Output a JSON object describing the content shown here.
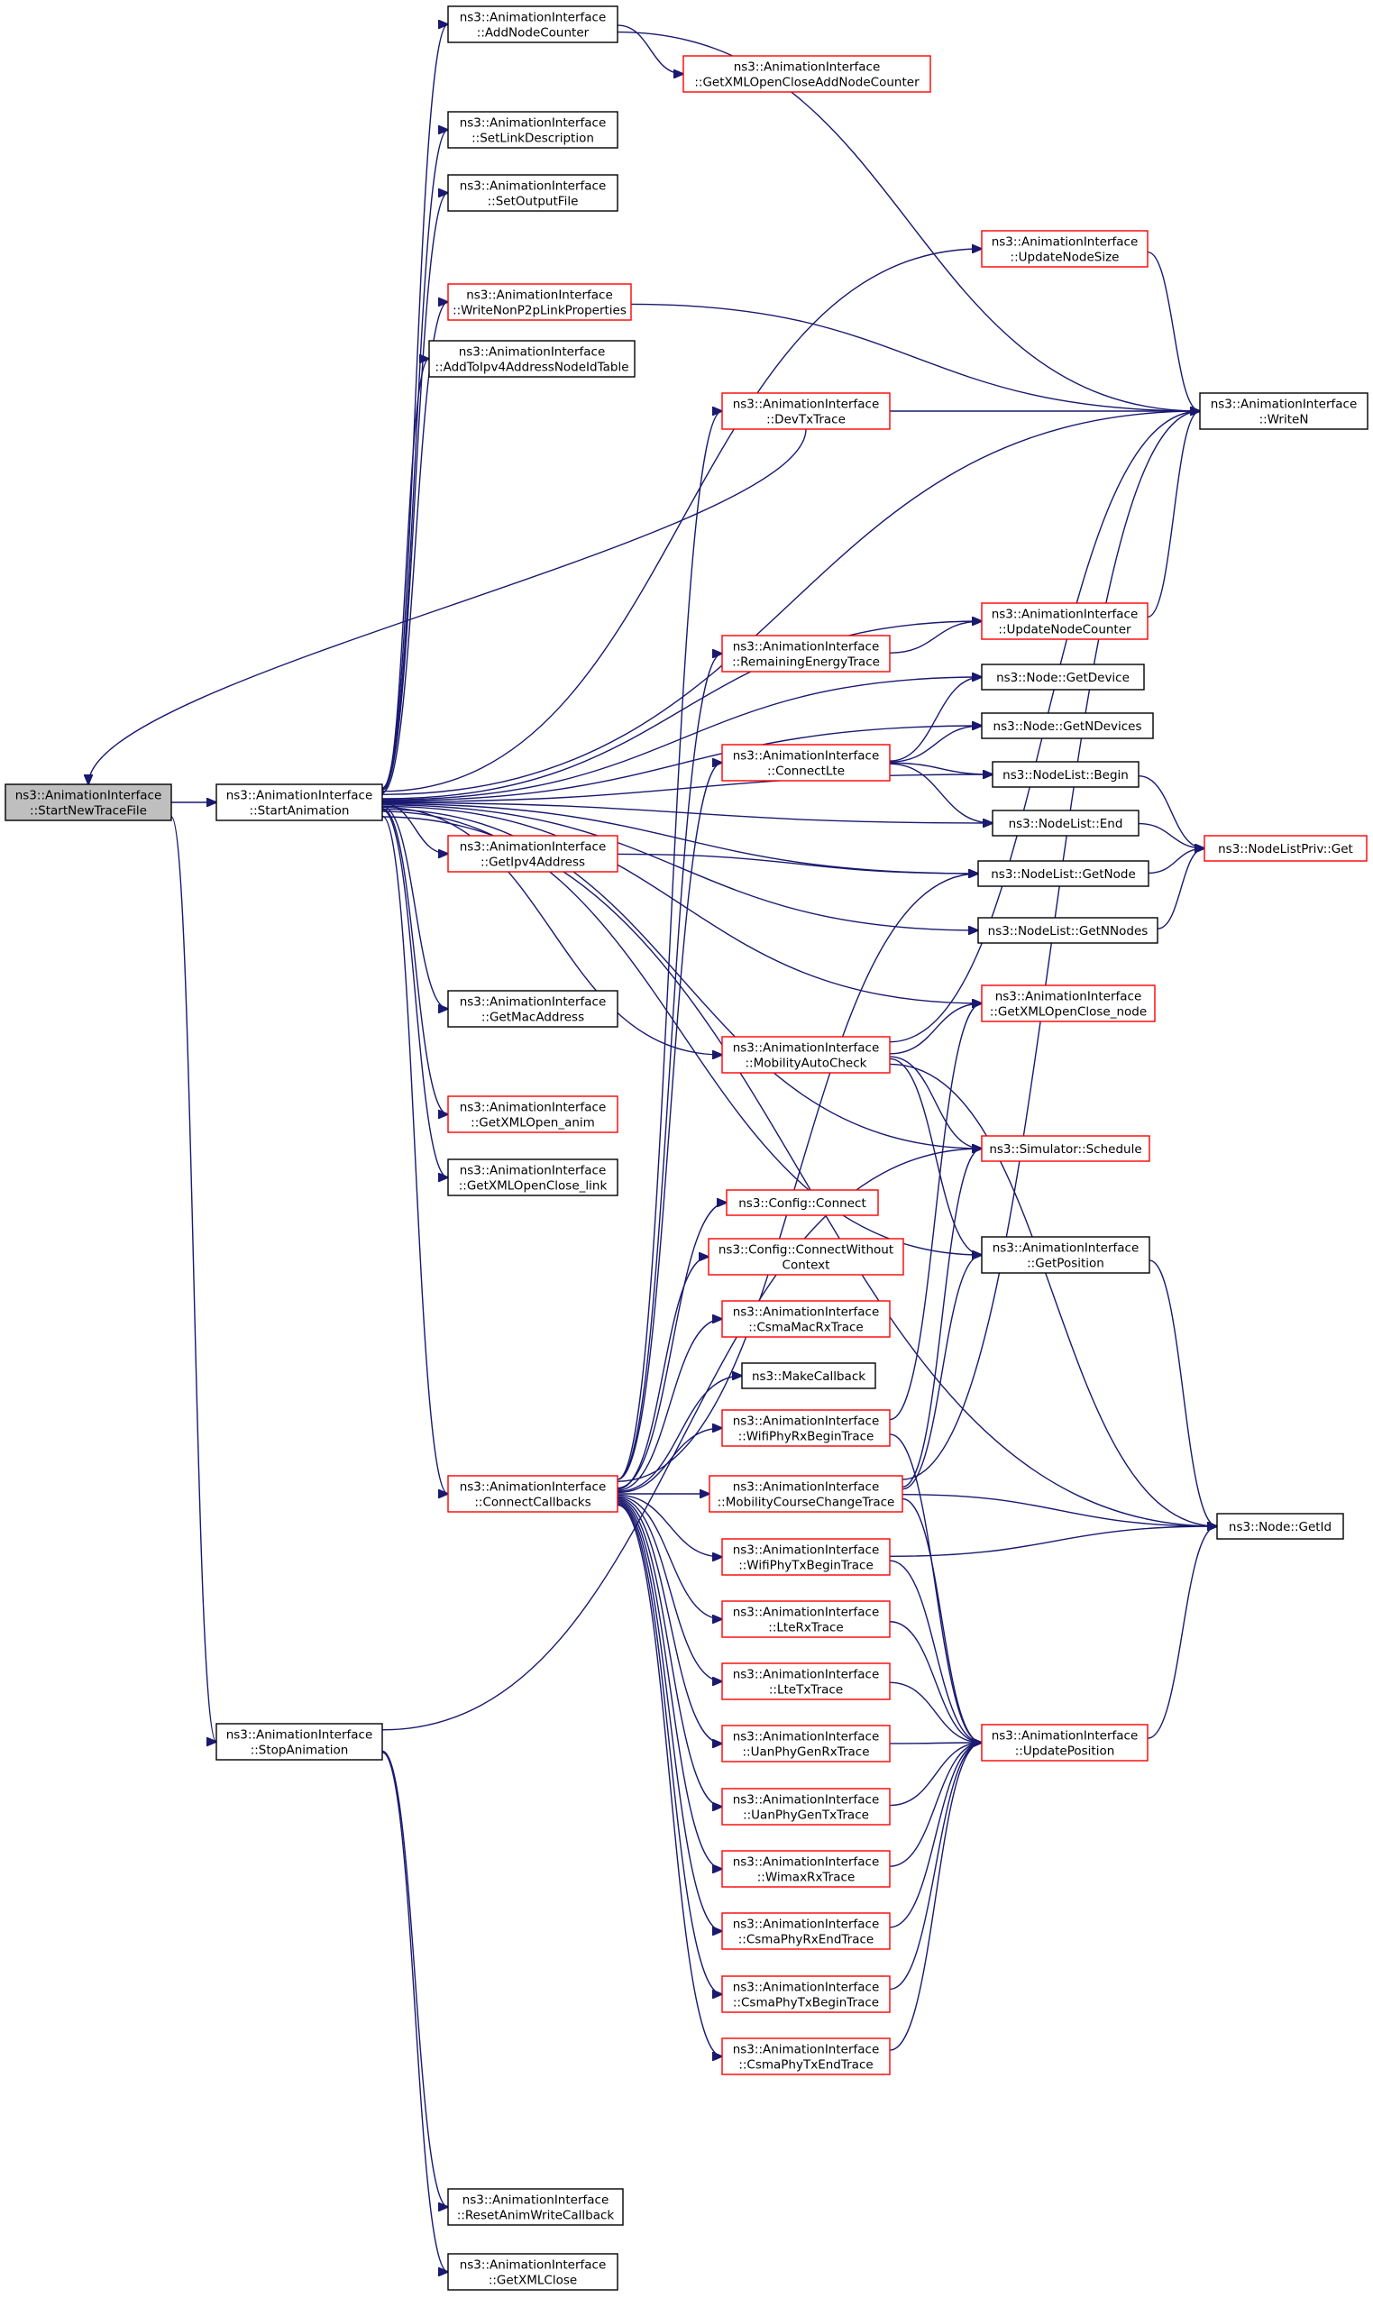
{
  "nodes": [
    {
      "id": "start_new_trace_file",
      "lines": [
        "ns3::AnimationInterface",
        "::StartNewTraceFile"
      ],
      "focus": true,
      "red": false
    },
    {
      "id": "start_animation",
      "lines": [
        "ns3::AnimationInterface",
        "::StartAnimation"
      ],
      "red": false
    },
    {
      "id": "stop_animation",
      "lines": [
        "ns3::AnimationInterface",
        "::StopAnimation"
      ],
      "red": false
    },
    {
      "id": "add_node_counter",
      "lines": [
        "ns3::AnimationInterface",
        "::AddNodeCounter"
      ],
      "red": false
    },
    {
      "id": "get_xml_open_close_add_node_counter",
      "lines": [
        "ns3::AnimationInterface",
        "::GetXMLOpenCloseAddNodeCounter"
      ],
      "red": true
    },
    {
      "id": "set_link_description",
      "lines": [
        "ns3::AnimationInterface",
        "::SetLinkDescription"
      ],
      "red": false
    },
    {
      "id": "set_output_file",
      "lines": [
        "ns3::AnimationInterface",
        "::SetOutputFile"
      ],
      "red": false
    },
    {
      "id": "update_node_size",
      "lines": [
        "ns3::AnimationInterface",
        "::UpdateNodeSize"
      ],
      "red": true
    },
    {
      "id": "write_non_p2p_link_properties",
      "lines": [
        "ns3::AnimationInterface",
        "::WriteNonP2pLinkProperties"
      ],
      "red": true
    },
    {
      "id": "add_to_ipv4_address_node_id_table",
      "lines": [
        "ns3::AnimationInterface",
        "::AddToIpv4AddressNodeIdTable"
      ],
      "red": false
    },
    {
      "id": "dev_tx_trace",
      "lines": [
        "ns3::AnimationInterface",
        "::DevTxTrace"
      ],
      "red": true
    },
    {
      "id": "write_n",
      "lines": [
        "ns3::AnimationInterface",
        "::WriteN"
      ],
      "red": false
    },
    {
      "id": "update_node_counter",
      "lines": [
        "ns3::AnimationInterface",
        "::UpdateNodeCounter"
      ],
      "red": true
    },
    {
      "id": "remaining_energy_trace",
      "lines": [
        "ns3::AnimationInterface",
        "::RemainingEnergyTrace"
      ],
      "red": true
    },
    {
      "id": "node_get_device",
      "lines": [
        "ns3::Node::GetDevice"
      ],
      "red": false
    },
    {
      "id": "node_get_n_devices",
      "lines": [
        "ns3::Node::GetNDevices"
      ],
      "red": false
    },
    {
      "id": "connect_lte",
      "lines": [
        "ns3::AnimationInterface",
        "::ConnectLte"
      ],
      "red": true
    },
    {
      "id": "node_list_begin",
      "lines": [
        "ns3::NodeList::Begin"
      ],
      "red": false
    },
    {
      "id": "node_list_end",
      "lines": [
        "ns3::NodeList::End"
      ],
      "red": false
    },
    {
      "id": "node_list_priv_get",
      "lines": [
        "ns3::NodeListPriv::Get"
      ],
      "red": true
    },
    {
      "id": "get_ipv4_address",
      "lines": [
        "ns3::AnimationInterface",
        "::GetIpv4Address"
      ],
      "red": true
    },
    {
      "id": "node_list_get_node",
      "lines": [
        "ns3::NodeList::GetNode"
      ],
      "red": false
    },
    {
      "id": "node_list_get_n_nodes",
      "lines": [
        "ns3::NodeList::GetNNodes"
      ],
      "red": false
    },
    {
      "id": "get_mac_address",
      "lines": [
        "ns3::AnimationInterface",
        "::GetMacAddress"
      ],
      "red": false
    },
    {
      "id": "get_xml_open_close_node",
      "lines": [
        "ns3::AnimationInterface",
        "::GetXMLOpenClose_node"
      ],
      "red": true
    },
    {
      "id": "mobility_auto_check",
      "lines": [
        "ns3::AnimationInterface",
        "::MobilityAutoCheck"
      ],
      "red": true
    },
    {
      "id": "get_xml_open_anim",
      "lines": [
        "ns3::AnimationInterface",
        "::GetXMLOpen_anim"
      ],
      "red": true
    },
    {
      "id": "simulator_schedule",
      "lines": [
        "ns3::Simulator::Schedule"
      ],
      "red": true
    },
    {
      "id": "get_xml_open_close_link",
      "lines": [
        "ns3::AnimationInterface",
        "::GetXMLOpenClose_link"
      ],
      "red": false
    },
    {
      "id": "config_connect",
      "lines": [
        "ns3::Config::Connect"
      ],
      "red": true
    },
    {
      "id": "get_position",
      "lines": [
        "ns3::AnimationInterface",
        "::GetPosition"
      ],
      "red": false
    },
    {
      "id": "config_connect_without_context",
      "lines": [
        "ns3::Config::ConnectWithout",
        "Context"
      ],
      "red": true
    },
    {
      "id": "csma_mac_rx_trace",
      "lines": [
        "ns3::AnimationInterface",
        "::CsmaMacRxTrace"
      ],
      "red": true
    },
    {
      "id": "make_callback",
      "lines": [
        "ns3::MakeCallback"
      ],
      "red": false
    },
    {
      "id": "wifi_phy_rx_begin_trace",
      "lines": [
        "ns3::AnimationInterface",
        "::WifiPhyRxBeginTrace"
      ],
      "red": true
    },
    {
      "id": "connect_callbacks",
      "lines": [
        "ns3::AnimationInterface",
        "::ConnectCallbacks"
      ],
      "red": true
    },
    {
      "id": "mobility_course_change_trace",
      "lines": [
        "ns3::AnimationInterface",
        "::MobilityCourseChangeTrace"
      ],
      "red": true
    },
    {
      "id": "node_get_id",
      "lines": [
        "ns3::Node::GetId"
      ],
      "red": false
    },
    {
      "id": "wifi_phy_tx_begin_trace",
      "lines": [
        "ns3::AnimationInterface",
        "::WifiPhyTxBeginTrace"
      ],
      "red": true
    },
    {
      "id": "lte_rx_trace",
      "lines": [
        "ns3::AnimationInterface",
        "::LteRxTrace"
      ],
      "red": true
    },
    {
      "id": "lte_tx_trace",
      "lines": [
        "ns3::AnimationInterface",
        "::LteTxTrace"
      ],
      "red": true
    },
    {
      "id": "uan_phy_gen_rx_trace",
      "lines": [
        "ns3::AnimationInterface",
        "::UanPhyGenRxTrace"
      ],
      "red": true
    },
    {
      "id": "update_position",
      "lines": [
        "ns3::AnimationInterface",
        "::UpdatePosition"
      ],
      "red": true
    },
    {
      "id": "uan_phy_gen_tx_trace",
      "lines": [
        "ns3::AnimationInterface",
        "::UanPhyGenTxTrace"
      ],
      "red": true
    },
    {
      "id": "wimax_rx_trace",
      "lines": [
        "ns3::AnimationInterface",
        "::WimaxRxTrace"
      ],
      "red": true
    },
    {
      "id": "csma_phy_rx_end_trace",
      "lines": [
        "ns3::AnimationInterface",
        "::CsmaPhyRxEndTrace"
      ],
      "red": true
    },
    {
      "id": "csma_phy_tx_begin_trace",
      "lines": [
        "ns3::AnimationInterface",
        "::CsmaPhyTxBeginTrace"
      ],
      "red": true
    },
    {
      "id": "csma_phy_tx_end_trace",
      "lines": [
        "ns3::AnimationInterface",
        "::CsmaPhyTxEndTrace"
      ],
      "red": true
    },
    {
      "id": "reset_anim_write_callback",
      "lines": [
        "ns3::AnimationInterface",
        "::ResetAnimWriteCallback"
      ],
      "red": false
    },
    {
      "id": "get_xml_close",
      "lines": [
        "ns3::AnimationInterface",
        "::GetXMLClose"
      ],
      "red": false
    }
  ],
  "edges": [
    [
      "start_new_trace_file",
      "start_animation"
    ],
    [
      "start_new_trace_file",
      "stop_animation"
    ],
    [
      "add_node_counter",
      "get_xml_open_close_add_node_counter"
    ],
    [
      "add_node_counter",
      "write_n"
    ],
    [
      "start_animation",
      "add_node_counter"
    ],
    [
      "start_animation",
      "set_link_description"
    ],
    [
      "start_animation",
      "set_output_file"
    ],
    [
      "start_animation",
      "update_node_size"
    ],
    [
      "start_animation",
      "write_non_p2p_link_properties"
    ],
    [
      "start_animation",
      "add_to_ipv4_address_node_id_table"
    ],
    [
      "start_animation",
      "write_n"
    ],
    [
      "start_animation",
      "update_node_counter"
    ],
    [
      "start_animation",
      "node_get_device"
    ],
    [
      "start_animation",
      "node_get_n_devices"
    ],
    [
      "start_animation",
      "node_list_begin"
    ],
    [
      "start_animation",
      "node_list_end"
    ],
    [
      "start_animation",
      "get_ipv4_address"
    ],
    [
      "start_animation",
      "node_list_get_node"
    ],
    [
      "start_animation",
      "node_list_get_n_nodes"
    ],
    [
      "start_animation",
      "get_mac_address"
    ],
    [
      "start_animation",
      "get_xml_open_close_node"
    ],
    [
      "start_animation",
      "mobility_auto_check"
    ],
    [
      "start_animation",
      "get_xml_open_anim"
    ],
    [
      "start_animation",
      "simulator_schedule"
    ],
    [
      "start_animation",
      "get_xml_open_close_link"
    ],
    [
      "start_animation",
      "get_position"
    ],
    [
      "start_animation",
      "connect_callbacks"
    ],
    [
      "start_animation",
      "node_get_id"
    ],
    [
      "update_node_size",
      "write_n"
    ],
    [
      "write_non_p2p_link_properties",
      "write_n"
    ],
    [
      "dev_tx_trace",
      "write_n"
    ],
    [
      "dev_tx_trace",
      "start_new_trace_file"
    ],
    [
      "update_node_counter",
      "write_n"
    ],
    [
      "remaining_energy_trace",
      "update_node_counter"
    ],
    [
      "connect_lte",
      "node_get_device"
    ],
    [
      "connect_lte",
      "node_get_n_devices"
    ],
    [
      "connect_lte",
      "node_list_begin"
    ],
    [
      "connect_lte",
      "node_list_end"
    ],
    [
      "node_list_begin",
      "node_list_priv_get"
    ],
    [
      "node_list_end",
      "node_list_priv_get"
    ],
    [
      "node_list_get_node",
      "node_list_priv_get"
    ],
    [
      "node_list_get_n_nodes",
      "node_list_priv_get"
    ],
    [
      "get_ipv4_address",
      "node_list_get_node"
    ],
    [
      "mobility_auto_check",
      "get_xml_open_close_node"
    ],
    [
      "mobility_auto_check",
      "write_n"
    ],
    [
      "mobility_auto_check",
      "simulator_schedule"
    ],
    [
      "mobility_auto_check",
      "get_position"
    ],
    [
      "mobility_auto_check",
      "node_get_id"
    ],
    [
      "get_position",
      "node_get_id"
    ],
    [
      "connect_callbacks",
      "dev_tx_trace"
    ],
    [
      "connect_callbacks",
      "remaining_energy_trace"
    ],
    [
      "connect_callbacks",
      "connect_lte"
    ],
    [
      "connect_callbacks",
      "node_list_get_node"
    ],
    [
      "connect_callbacks",
      "config_connect"
    ],
    [
      "connect_callbacks",
      "config_connect_without_context"
    ],
    [
      "connect_callbacks",
      "csma_mac_rx_trace"
    ],
    [
      "connect_callbacks",
      "make_callback"
    ],
    [
      "connect_callbacks",
      "wifi_phy_rx_begin_trace"
    ],
    [
      "connect_callbacks",
      "mobility_course_change_trace"
    ],
    [
      "connect_callbacks",
      "wifi_phy_tx_begin_trace"
    ],
    [
      "connect_callbacks",
      "lte_rx_trace"
    ],
    [
      "connect_callbacks",
      "lte_tx_trace"
    ],
    [
      "connect_callbacks",
      "uan_phy_gen_rx_trace"
    ],
    [
      "connect_callbacks",
      "uan_phy_gen_tx_trace"
    ],
    [
      "connect_callbacks",
      "wimax_rx_trace"
    ],
    [
      "connect_callbacks",
      "csma_phy_rx_end_trace"
    ],
    [
      "connect_callbacks",
      "csma_phy_tx_begin_trace"
    ],
    [
      "connect_callbacks",
      "csma_phy_tx_end_trace"
    ],
    [
      "wifi_phy_rx_begin_trace",
      "get_xml_open_close_node"
    ],
    [
      "wifi_phy_rx_begin_trace",
      "update_position"
    ],
    [
      "mobility_course_change_trace",
      "write_n"
    ],
    [
      "mobility_course_change_trace",
      "get_position"
    ],
    [
      "mobility_course_change_trace",
      "simulator_schedule"
    ],
    [
      "mobility_course_change_trace",
      "node_get_id"
    ],
    [
      "mobility_course_change_trace",
      "update_position"
    ],
    [
      "wifi_phy_tx_begin_trace",
      "node_get_id"
    ],
    [
      "wifi_phy_tx_begin_trace",
      "update_position"
    ],
    [
      "lte_rx_trace",
      "update_position"
    ],
    [
      "lte_tx_trace",
      "update_position"
    ],
    [
      "uan_phy_gen_rx_trace",
      "update_position"
    ],
    [
      "uan_phy_gen_tx_trace",
      "update_position"
    ],
    [
      "wimax_rx_trace",
      "update_position"
    ],
    [
      "csma_phy_rx_end_trace",
      "update_position"
    ],
    [
      "csma_phy_tx_begin_trace",
      "update_position"
    ],
    [
      "csma_phy_tx_end_trace",
      "update_position"
    ],
    [
      "update_position",
      "node_get_id"
    ],
    [
      "stop_animation",
      "simulator_schedule"
    ],
    [
      "stop_animation",
      "reset_anim_write_callback"
    ],
    [
      "stop_animation",
      "get_xml_close"
    ]
  ]
}
